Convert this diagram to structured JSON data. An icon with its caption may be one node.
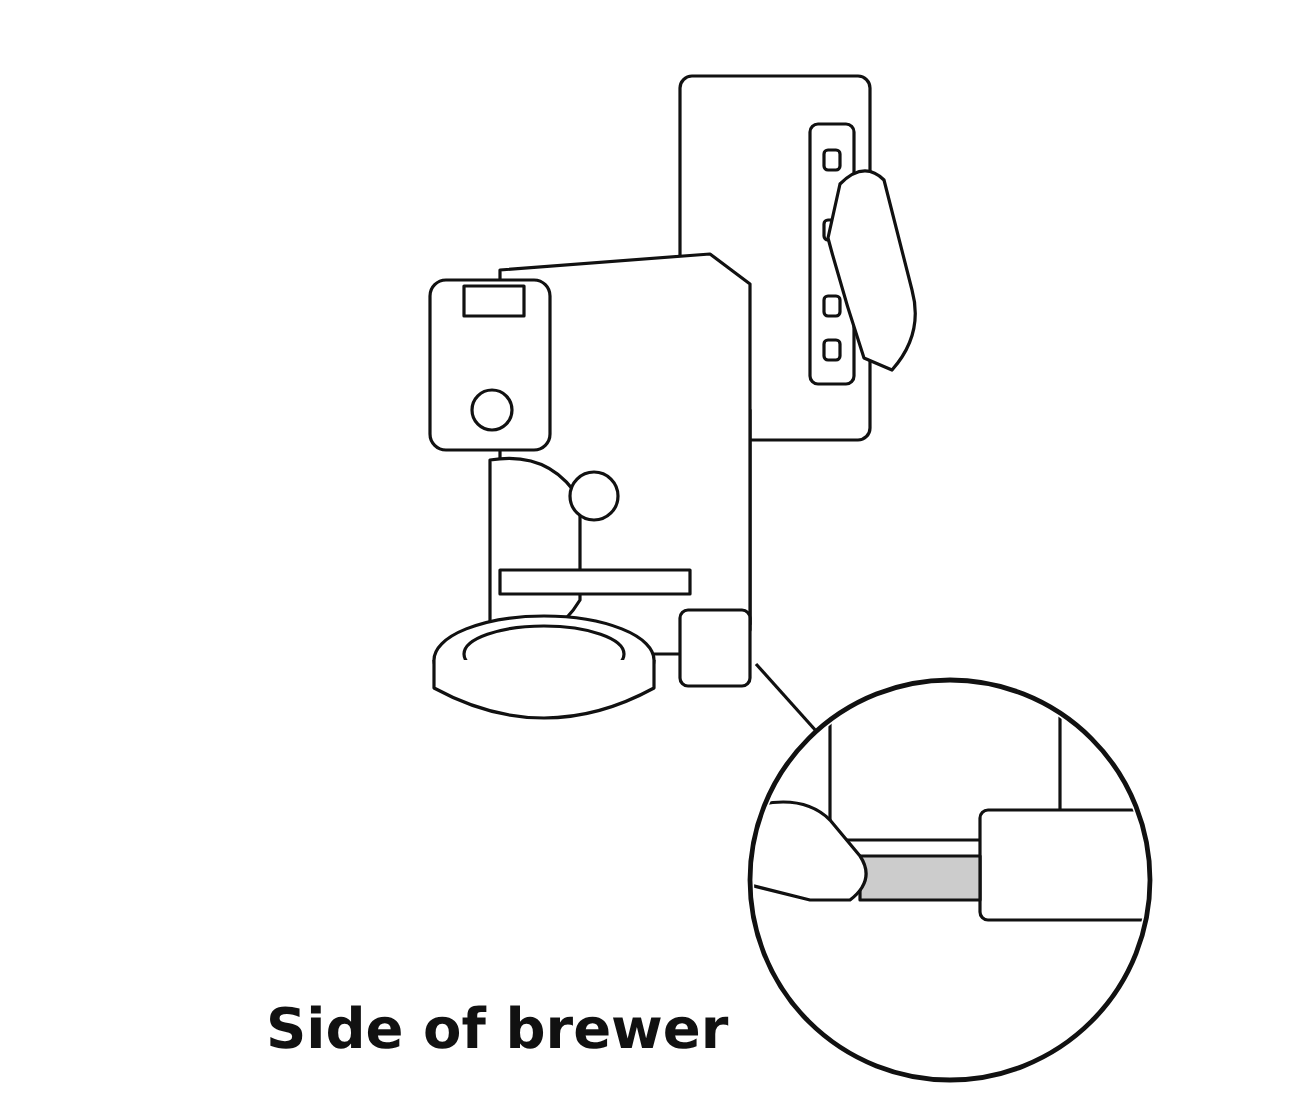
{
  "diagram": {
    "caption": "Side of brewer",
    "nodes": [
      {
        "text": [],
        "shape": "picture"
      },
      {
        "text": [],
        "shape": "circle"
      }
    ],
    "edges": [
      {
        "from": 1,
        "to": 0,
        "arrow": "none"
      }
    ]
  }
}
